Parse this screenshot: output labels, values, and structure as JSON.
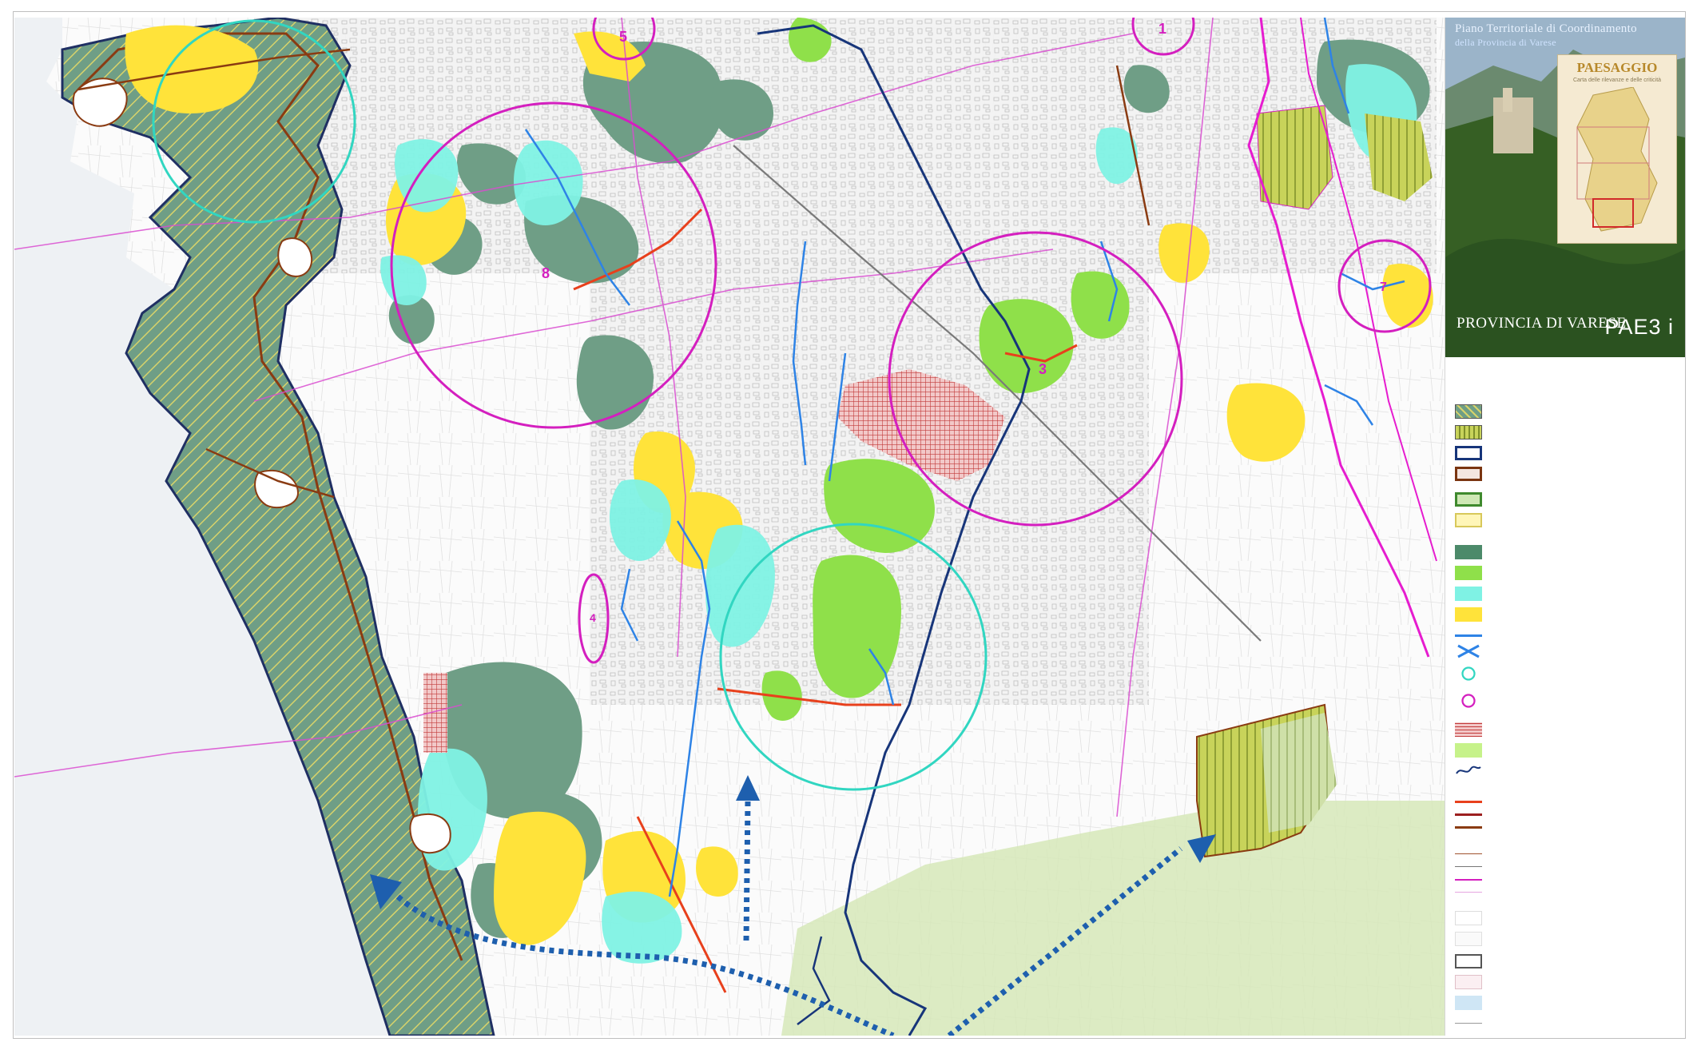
{
  "title_block": {
    "title_lines": [
      "Piano Territoriale di Coordinamento",
      "della Provincia di Varese"
    ],
    "book_title": "PAESAGGIO",
    "book_subtitle": "Carta delle rilevanze e delle criticità",
    "brand": "PROVINCIA DI VARESE",
    "code": "PAE3 i"
  },
  "map": {
    "circle_labels": [
      "1",
      "3",
      "4",
      "5",
      "7",
      "8"
    ],
    "colors": {
      "background": "#f2f2f2",
      "dark_green": "#6f9e86",
      "light_green": "#8fe04a",
      "yellow": "#ffe33a",
      "cyan": "#7ff2e4",
      "magenta": "#d41fbf",
      "teal_circle": "#31d6c1",
      "orange_red": "#e8401c",
      "navy": "#17357a",
      "blue_river": "#2e83e6",
      "brown": "#7a3511",
      "pale_green": "#d6e8b9",
      "arrow_blue": "#1e5fae"
    }
  }
}
